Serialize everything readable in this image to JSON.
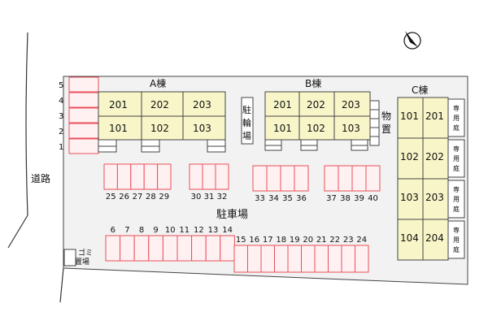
{
  "road_label": "道路",
  "parking_label": "駐車場",
  "bike_label": "駐輪場",
  "storage_label": "物置",
  "garbage_label": "ゴミ置場",
  "private_garden_label": "専用庭",
  "north_arrow": "north-arrow-icon",
  "colors": {
    "building_fill": "#f8f6c8",
    "building_stroke": "#444444",
    "parking_stroke": "#e8505b",
    "parking_fill": "#fff0f2",
    "site_fill": "#f2f2f2"
  },
  "buildings": [
    {
      "name": "A棟",
      "upper": [
        "201",
        "202",
        "203"
      ],
      "lower": [
        "101",
        "102",
        "103"
      ]
    },
    {
      "name": "B棟",
      "upper": [
        "201",
        "202",
        "203"
      ],
      "lower": [
        "101",
        "102",
        "103"
      ]
    },
    {
      "name": "C棟",
      "rows": [
        [
          "101",
          "201"
        ],
        [
          "102",
          "202"
        ],
        [
          "103",
          "203"
        ],
        [
          "104",
          "204"
        ]
      ]
    }
  ],
  "left_spaces": [
    "5",
    "4",
    "3",
    "2",
    "1"
  ],
  "parking_groups": [
    [
      "25",
      "26",
      "27",
      "28",
      "29"
    ],
    [
      "30",
      "31",
      "32"
    ],
    [
      "33",
      "34",
      "35",
      "36"
    ],
    [
      "37",
      "38",
      "39",
      "40"
    ],
    [
      "6",
      "7",
      "8",
      "9",
      "10",
      "11",
      "12",
      "13",
      "14"
    ],
    [
      "15",
      "16",
      "17",
      "18",
      "19",
      "20",
      "21",
      "22",
      "23",
      "24"
    ]
  ]
}
